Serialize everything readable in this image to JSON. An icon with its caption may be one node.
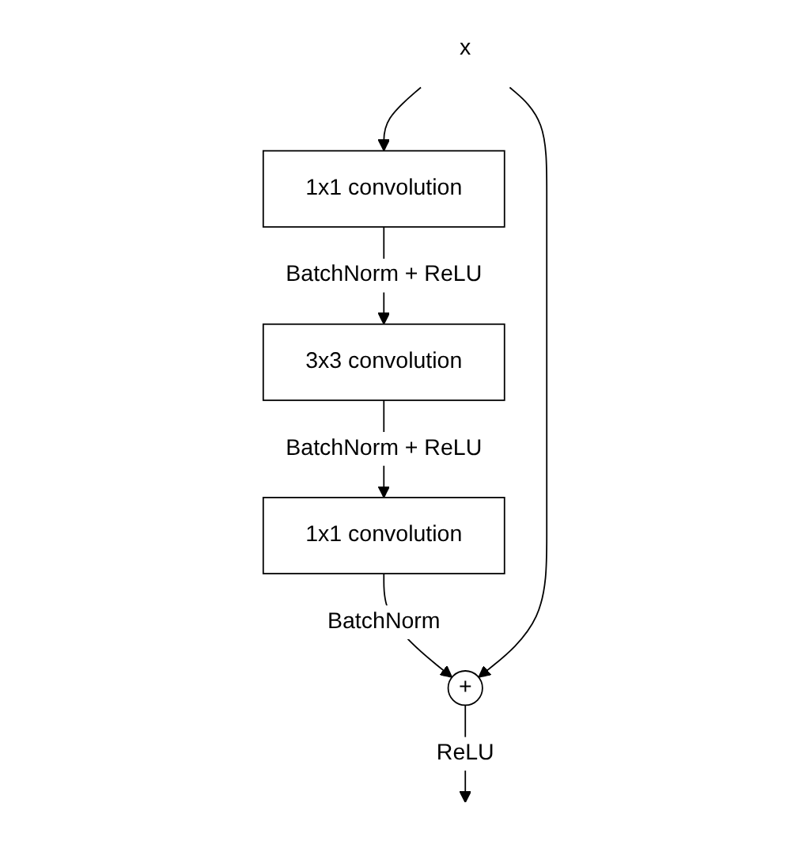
{
  "diagram": {
    "nodes": [
      {
        "text": [
          "x"
        ]
      },
      {
        "text": [
          "1x1 convolution"
        ]
      },
      {
        "text": [
          "3x3 convolution"
        ]
      },
      {
        "text": [
          "1x1 convolution"
        ]
      },
      {
        "text": [
          "+"
        ]
      }
    ],
    "edges": [
      {
        "from": 0,
        "to": 1,
        "arrow": "to"
      },
      {
        "from": 1,
        "to": 2,
        "arrow": "to",
        "label": "BatchNorm + ReLU"
      },
      {
        "from": 2,
        "to": 3,
        "arrow": "to",
        "label": "BatchNorm + ReLU"
      },
      {
        "from": 3,
        "to": 4,
        "arrow": "to",
        "label": "BatchNorm"
      },
      {
        "from": 0,
        "to": 4,
        "arrow": "to"
      },
      {
        "from": 4,
        "to": null,
        "arrow": "to",
        "label": "ReLU"
      }
    ]
  }
}
